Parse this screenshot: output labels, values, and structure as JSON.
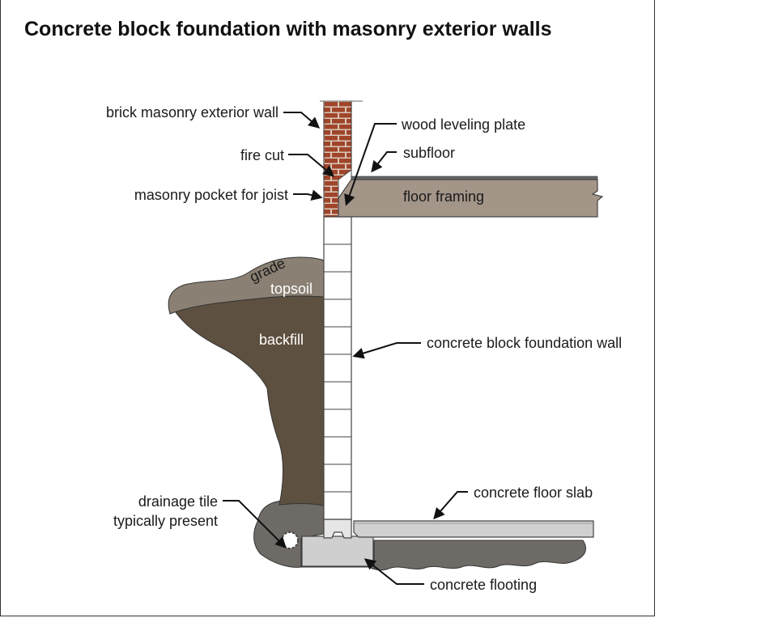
{
  "title": "Concrete block foundation with masonry exterior walls",
  "labels": {
    "brick_wall": "brick masonry exterior wall",
    "fire_cut": "fire cut",
    "masonry_pocket": "masonry pocket for joist",
    "wood_leveling_plate": "wood leveling plate",
    "subfloor": "subfloor",
    "floor_framing": "floor framing",
    "grade": "grade",
    "topsoil": "topsoil",
    "backfill": "backfill",
    "block_wall": "concrete block foundation wall",
    "floor_slab": "concrete floor slab",
    "drainage_tile_line1": "drainage tile",
    "drainage_tile_line2": "typically present",
    "footing": "concrete flooting"
  },
  "colors": {
    "brick": "#a0442a",
    "mortar": "#d9c9b8",
    "floor_framing": "#a39588",
    "topsoil": "#8a8073",
    "backfill": "#5e5040",
    "gravel": "#6e6a66",
    "slab": "#d0d0d0",
    "footing": "#cfcfcf",
    "block": "#ffffff",
    "arrow": "#111111"
  }
}
